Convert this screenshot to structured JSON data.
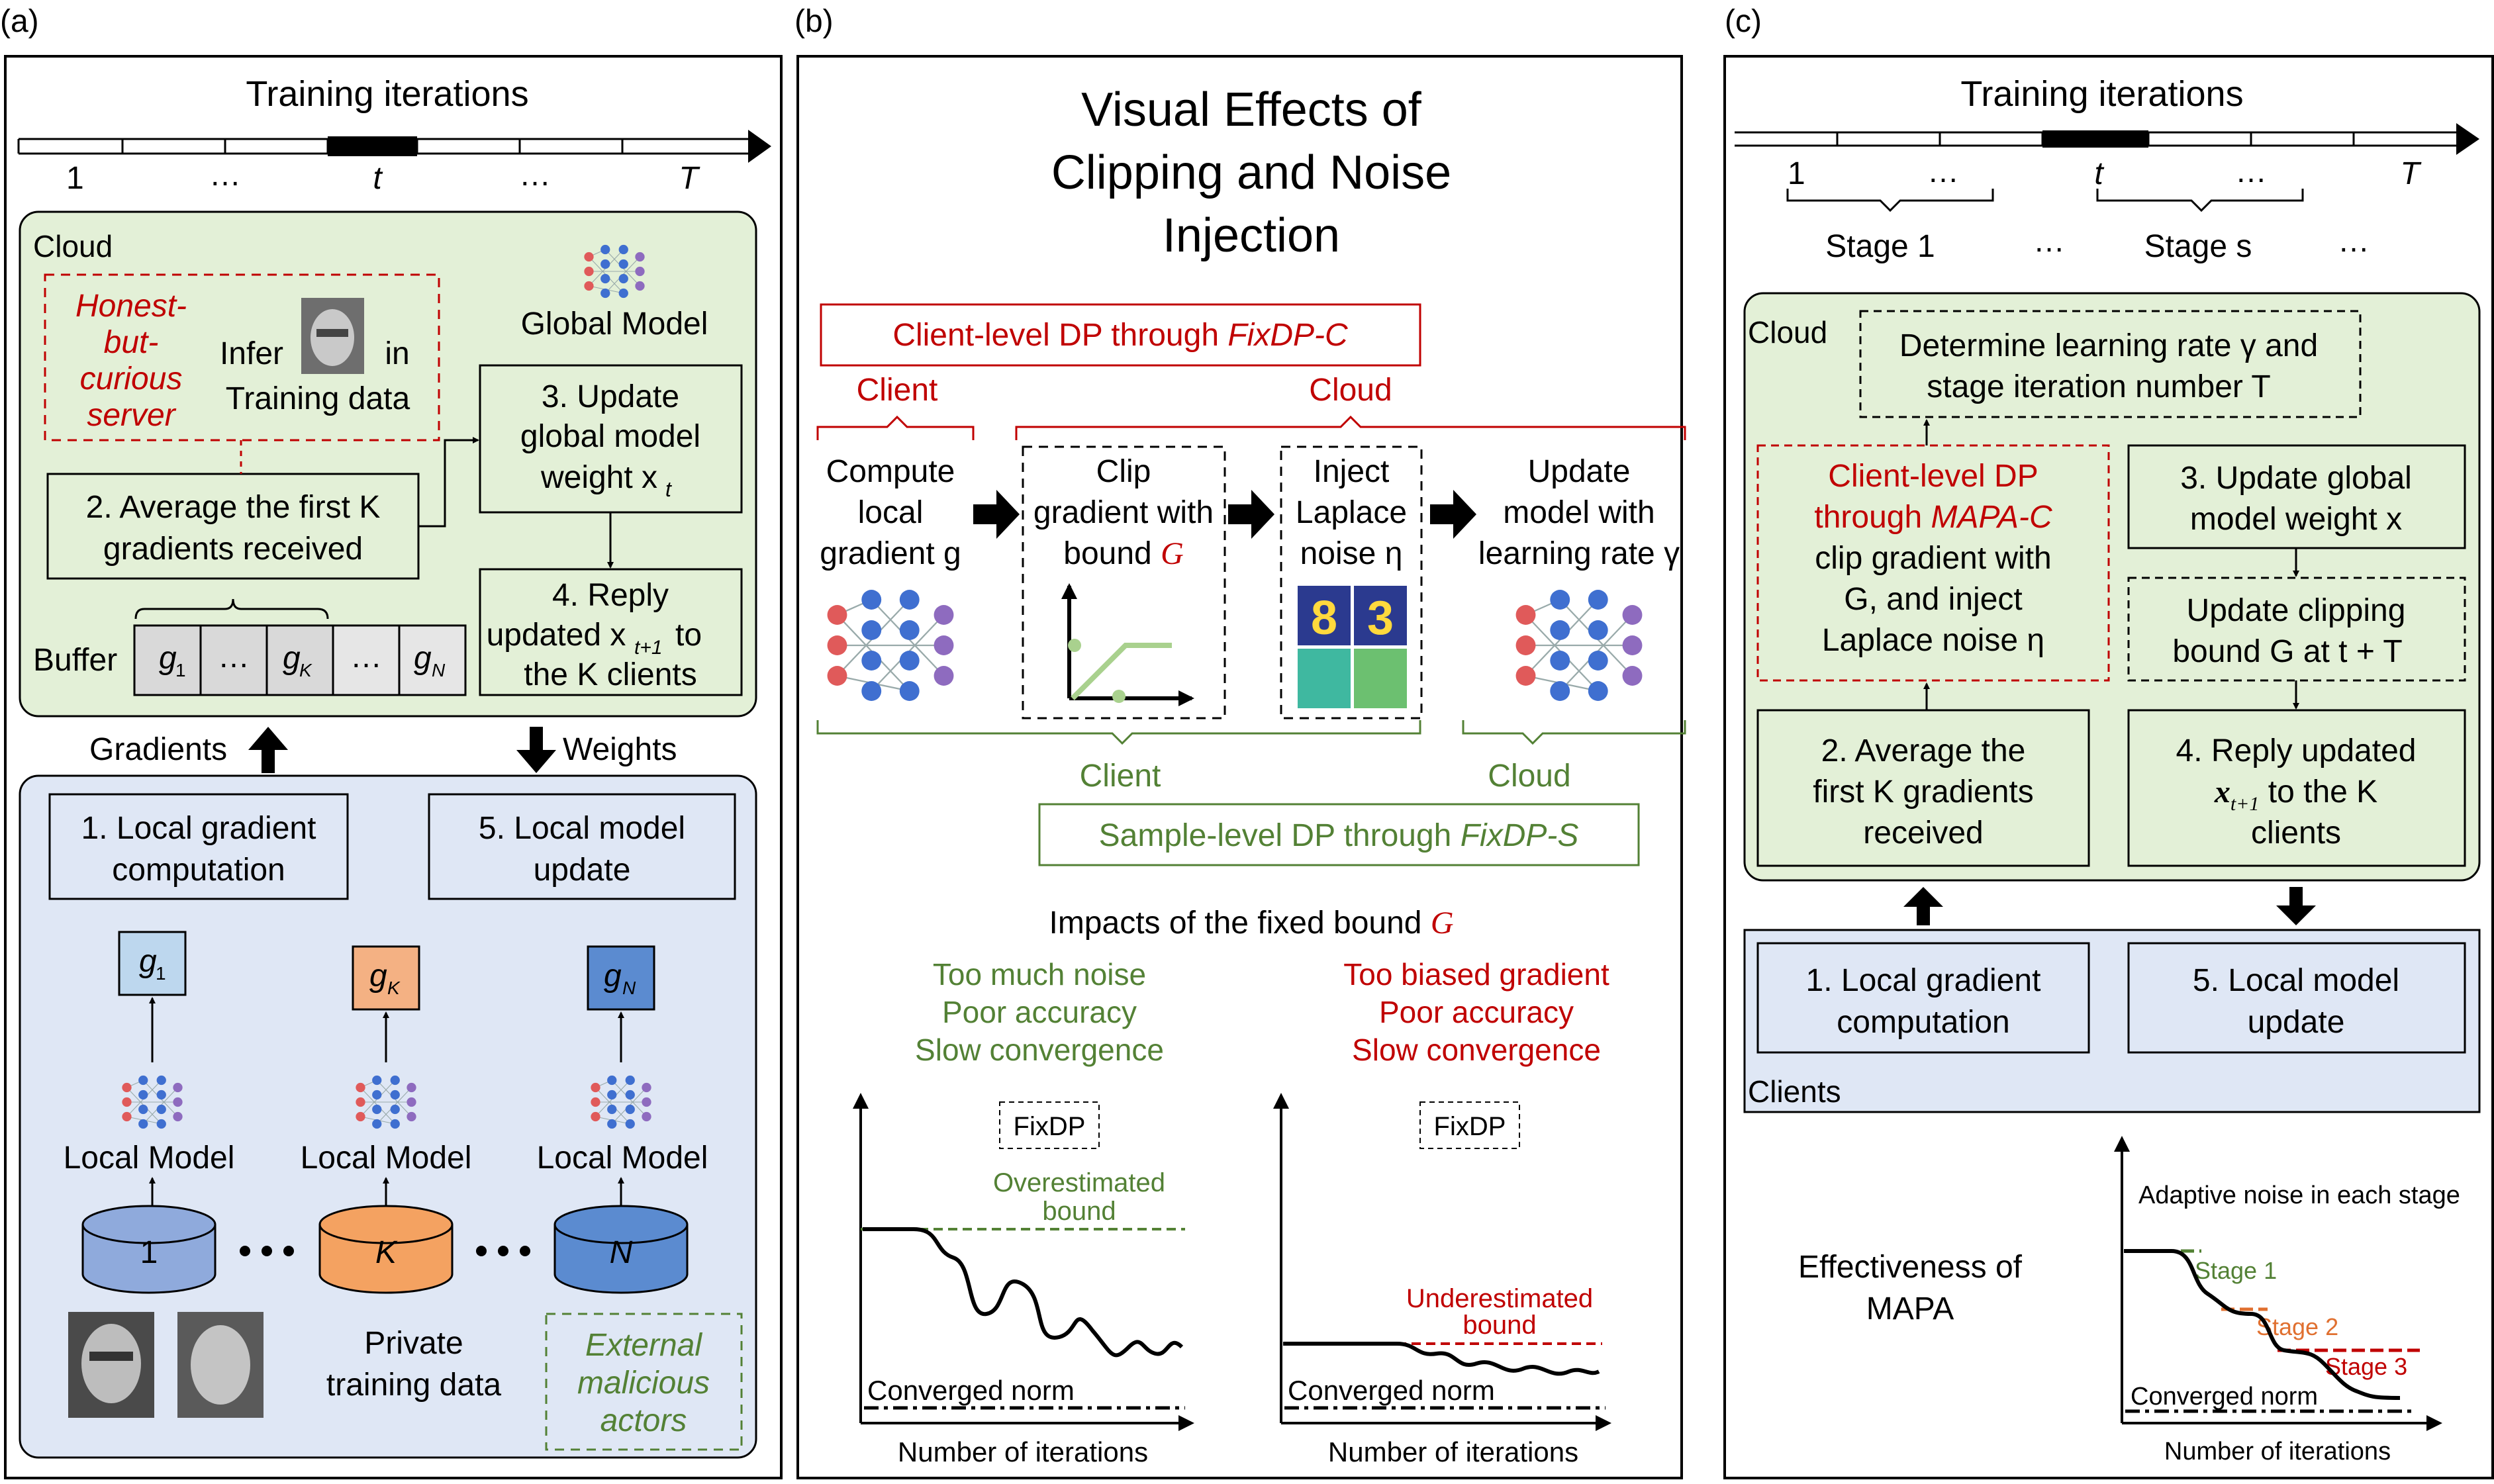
{
  "colors": {
    "green_box": "#e3f0d7",
    "blue_box": "#dfe7f5",
    "red": "#c00000",
    "green_text": "#538135",
    "orange": "#f4b183",
    "light_blue": "#bdd7ee",
    "mid_blue": "#5b8bd0",
    "blue_cyl": "#8faadc",
    "orange_cyl": "#f4a261",
    "nn_red": "#e05a5a",
    "nn_blue": "#3f6fd0",
    "nn_purple": "#8e6bbf"
  },
  "panel_a": {
    "label": "(a)",
    "timeline_title": "Training iterations",
    "ticks": [
      "1",
      "…",
      "t",
      "…",
      "T"
    ],
    "cloud_label": "Cloud",
    "server": [
      "Honest-",
      "but-",
      "curious",
      "server"
    ],
    "infer": [
      "Infer",
      "in",
      "Training data"
    ],
    "global_model": "Global Model",
    "step3": [
      "3. Update",
      "global model",
      "weight x",
      "t"
    ],
    "step2": [
      "2. Average the first K",
      "gradients received"
    ],
    "step4": [
      "4. Reply",
      "updated x",
      "t+1",
      " to",
      "the K clients"
    ],
    "buffer_label": "Buffer",
    "buffer_cells": [
      "g",
      "…",
      "g",
      "…",
      "g"
    ],
    "buffer_subs": [
      "1",
      "",
      "K",
      "",
      "N"
    ],
    "gradients_label": "Gradients",
    "weights_label": "Weights",
    "step1": [
      "1. Local gradient",
      "computation"
    ],
    "step5": [
      "5. Local model",
      "update"
    ],
    "grad_boxes": [
      "g",
      "g",
      "g"
    ],
    "grad_subs": [
      "1",
      "K",
      "N"
    ],
    "local_model": "Local Model",
    "cylinders": [
      "1",
      "K",
      "N"
    ],
    "private": [
      "Private",
      "training data"
    ],
    "external": [
      "External",
      "malicious",
      "actors"
    ]
  },
  "panel_b": {
    "label": "(b)",
    "title": [
      "Visual Effects of",
      "Clipping and Noise",
      "Injection"
    ],
    "client_dp": "Client-level DP through ",
    "client_dp_em": "FixDP-C",
    "client_top": "Client",
    "cloud_top": "Cloud",
    "compute": [
      "Compute",
      "local",
      "gradient g"
    ],
    "clip": [
      "Clip",
      "gradient with",
      "bound G"
    ],
    "inject": [
      "Inject",
      "Laplace",
      "noise η"
    ],
    "update": [
      "Update",
      "model with",
      "learning rate γ"
    ],
    "client_bottom": "Client",
    "cloud_bottom": "Cloud",
    "sample_dp": "Sample-level DP through ",
    "sample_dp_em": "FixDP-S",
    "impacts": "Impacts of the fixed bound ",
    "impacts_var": "G",
    "left_effects": [
      "Too much noise",
      "Poor accuracy",
      "Slow convergence"
    ],
    "right_effects": [
      "Too biased gradient",
      "Poor accuracy",
      "Slow convergence"
    ],
    "fixdp": "FixDP",
    "overestimated": [
      "Overestimated",
      "bound"
    ],
    "underestimated": [
      "Underestimated",
      "bound"
    ],
    "converged": "Converged norm",
    "xlabel": "Number of iterations"
  },
  "panel_c": {
    "label": "(c)",
    "timeline_title": "Training iterations",
    "ticks": [
      "1",
      "…",
      "t",
      "…",
      "T"
    ],
    "stage1": "Stage 1",
    "stage_s": "Stage s",
    "dots": "…",
    "cloud_label": "Cloud",
    "determine": [
      "Determine learning rate γ and",
      "stage iteration number T"
    ],
    "mapa": [
      "Client-level DP",
      "through ",
      "MAPA-C",
      "clip gradient with",
      "G, and inject",
      "Laplace noise η"
    ],
    "step3": [
      "3. Update global",
      "model weight x"
    ],
    "update_clip": [
      "Update clipping",
      "bound G at t + T"
    ],
    "step2": [
      "2. Average the",
      "first K gradients",
      "received"
    ],
    "step4": [
      "4. Reply updated",
      "x",
      " to the K",
      "clients"
    ],
    "step1": [
      "1. Local gradient",
      "computation"
    ],
    "step5": [
      "5. Local model",
      "update"
    ],
    "clients_label": "Clients",
    "effectiveness": [
      "Effectiveness of",
      "MAPA"
    ],
    "adaptive": "Adaptive noise in each stage",
    "stages": [
      "Stage 1",
      "Stage 2",
      "Stage 3"
    ],
    "converged": "Converged norm",
    "xlabel": "Number of iterations"
  }
}
